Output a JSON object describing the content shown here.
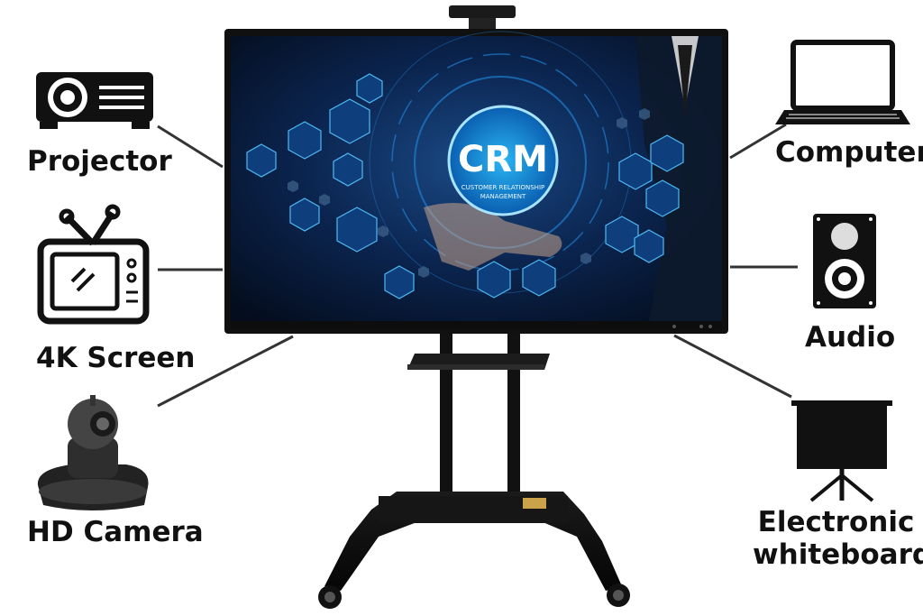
{
  "screen": {
    "crm_title": "CRM",
    "crm_subtitle_line1": "CUSTOMER RELATIONSHIP",
    "crm_subtitle_line2": "MANAGEMENT"
  },
  "peripherals": {
    "projector": "Projector",
    "screen_4k": "4K Screen",
    "hd_camera": "HD Camera",
    "computer": "Computer",
    "audio": "Audio",
    "whiteboard_line1": "Electronic",
    "whiteboard_line2": "whiteboard"
  },
  "colors": {
    "screen_bg": "#07182f",
    "accent_blue": "#1aa3e8",
    "frame": "#111111"
  }
}
